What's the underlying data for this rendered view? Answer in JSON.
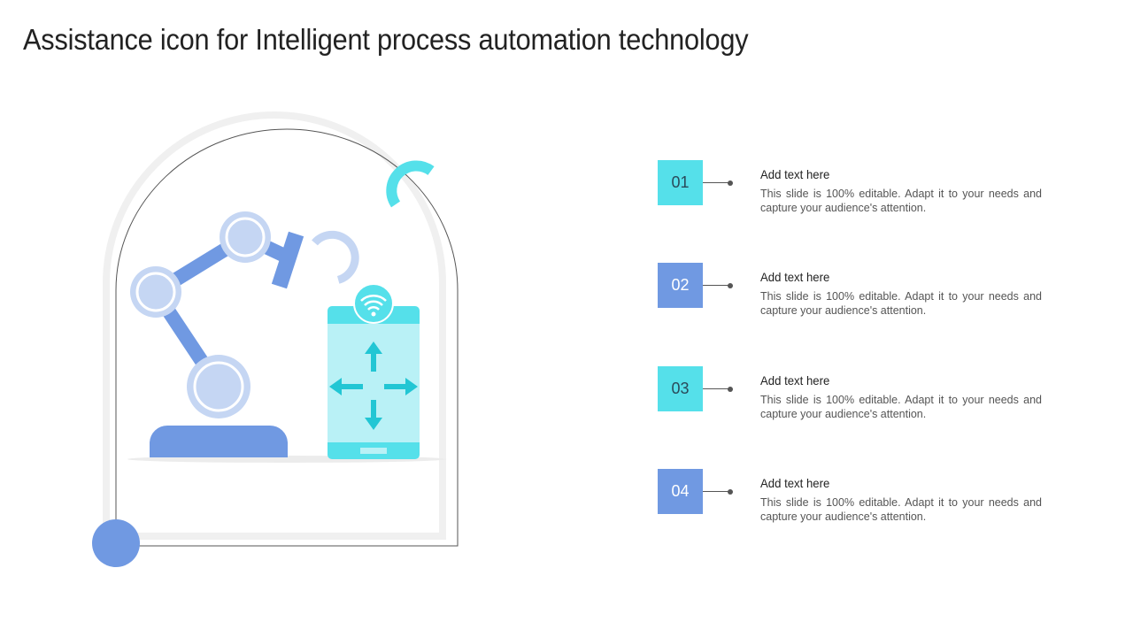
{
  "title": "Assistance icon for Intelligent process automation technology",
  "colors": {
    "cyan": "#55e0ea",
    "blue": "#7099e2",
    "light_blue": "#c5d6f3",
    "pale_cyan": "#b9f1f6",
    "arrow_cyan": "#22c6d4"
  },
  "illustration": {
    "robot_arm_icon": "robot-arm-icon",
    "tablet_icon": "tablet-icon",
    "wifi_icon": "wifi-icon",
    "arrows_icon": "move-arrows-icon"
  },
  "items": [
    {
      "number": "01",
      "heading": "Add text here",
      "body": "This slide is 100% editable. Adapt it to your needs and capture your audience's attention.",
      "color": "#55e0ea"
    },
    {
      "number": "02",
      "heading": "Add text here",
      "body": "This slide is 100% editable. Adapt it to your needs and capture your audience's attention.",
      "color": "#7099e2"
    },
    {
      "number": "03",
      "heading": "Add text here",
      "body": "This slide is 100% editable. Adapt it to your needs and capture your audience's attention.",
      "color": "#55e0ea"
    },
    {
      "number": "04",
      "heading": "Add text here",
      "body": "This slide is 100% editable. Adapt it to your needs and capture your audience's attention.",
      "color": "#7099e2"
    }
  ]
}
